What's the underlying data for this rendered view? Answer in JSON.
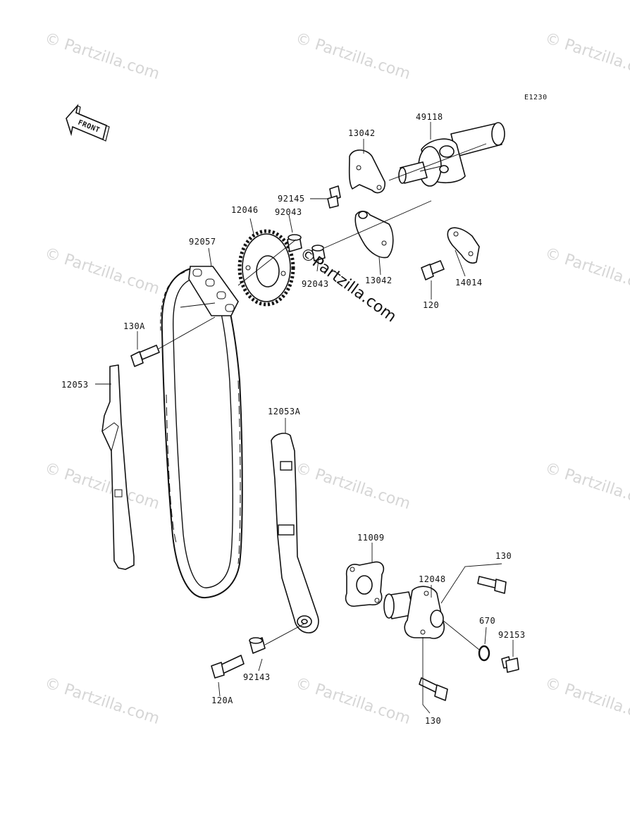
{
  "diagram": {
    "code": "E1230",
    "front_label": "FRONT",
    "watermark_text": "© Partzilla.com",
    "center_watermark": "©Partzilla.com",
    "labels": {
      "p49118": "49118",
      "p13042_top": "13042",
      "p92145": "92145",
      "p12046": "12046",
      "p92043_top": "92043",
      "p92057": "92057",
      "p92043_bot": "92043",
      "p13042_bot": "13042",
      "p14014": "14014",
      "p120": "120",
      "p130A": "130A",
      "p12053": "12053",
      "p12053A": "12053A",
      "p11009": "11009",
      "p12048": "12048",
      "p130_top": "130",
      "p670": "670",
      "p92153": "92153",
      "p130_bot": "130",
      "p92143": "92143",
      "p120A": "120A"
    }
  }
}
